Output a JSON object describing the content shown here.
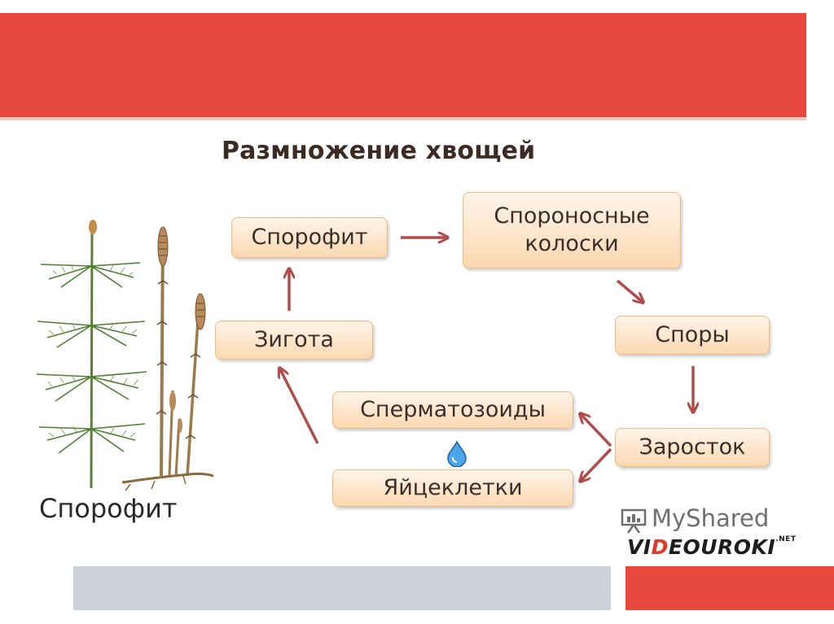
{
  "slide": {
    "title": "Размножение хвощей",
    "plant_label": "Спорофит"
  },
  "nodes": {
    "sporophyte": "Спорофит",
    "spore_spikes": "Спороносные\nколоски",
    "spores": "Споры",
    "prothallus": "Заросток",
    "sperm": "Сперматозоиды",
    "eggs": "Яйцеклетки",
    "zygote": "Зигота"
  },
  "watermark": {
    "top": "MyShared",
    "bottom_part1": "VI",
    "bottom_o": "D",
    "bottom_part2": "EOUROKI",
    "bottom_suffix": ".NET"
  },
  "colors": {
    "accent_red": "#e8493f",
    "arrow": "#b24c4c",
    "node_fill": "#fbd8b1",
    "footer_gray": "#ccd1d7"
  },
  "icons": [
    "horsetail-plant-illustration",
    "water-drop-icon",
    "presentation-board-icon"
  ]
}
